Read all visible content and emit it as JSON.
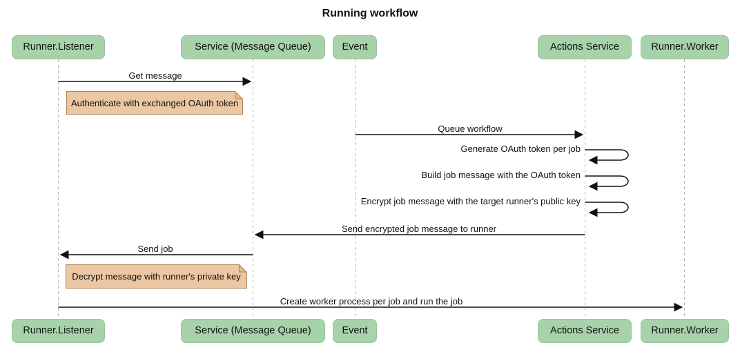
{
  "title": "Running workflow",
  "diagram_type": "sequence-diagram",
  "colors": {
    "background": "#ffffff",
    "actor_fill": "#A7D2AA",
    "actor_border": "#96C69A",
    "note_fill": "#EBC7A3",
    "note_border": "#AD8453",
    "lifeline": "#B5B5B5",
    "arrow": "#111111",
    "text": "#111111"
  },
  "participants": [
    {
      "label": "Runner.Listener"
    },
    {
      "label": "Service (Message Queue)"
    },
    {
      "label": "Event"
    },
    {
      "label": "Actions Service"
    },
    {
      "label": "Runner.Worker"
    }
  ],
  "messages": [
    {
      "label": "Get message",
      "from": "Runner.Listener",
      "to": "Service (Message Queue)",
      "self": false
    },
    {
      "label": "Queue workflow",
      "from": "Event",
      "to": "Actions Service",
      "self": false
    },
    {
      "label": "Generate OAuth token per job",
      "from": "Actions Service",
      "to": "Actions Service",
      "self": true
    },
    {
      "label": "Build job message with the OAuth token",
      "from": "Actions Service",
      "to": "Actions Service",
      "self": true
    },
    {
      "label": "Encrypt job message with the target runner's public key",
      "from": "Actions Service",
      "to": "Actions Service",
      "self": true
    },
    {
      "label": "Send encrypted job message to runner",
      "from": "Actions Service",
      "to": "Service (Message Queue)",
      "self": false
    },
    {
      "label": "Send job",
      "from": "Service (Message Queue)",
      "to": "Runner.Listener",
      "self": false
    },
    {
      "label": "Create worker process per job and run the job",
      "from": "Runner.Listener",
      "to": "Runner.Worker",
      "self": false
    }
  ],
  "notes": [
    {
      "label": "Authenticate with exchanged OAuth token",
      "position": "right of Runner.Listener"
    },
    {
      "label": "Decrypt message with runner's private key",
      "position": "right of Runner.Listener"
    }
  ]
}
